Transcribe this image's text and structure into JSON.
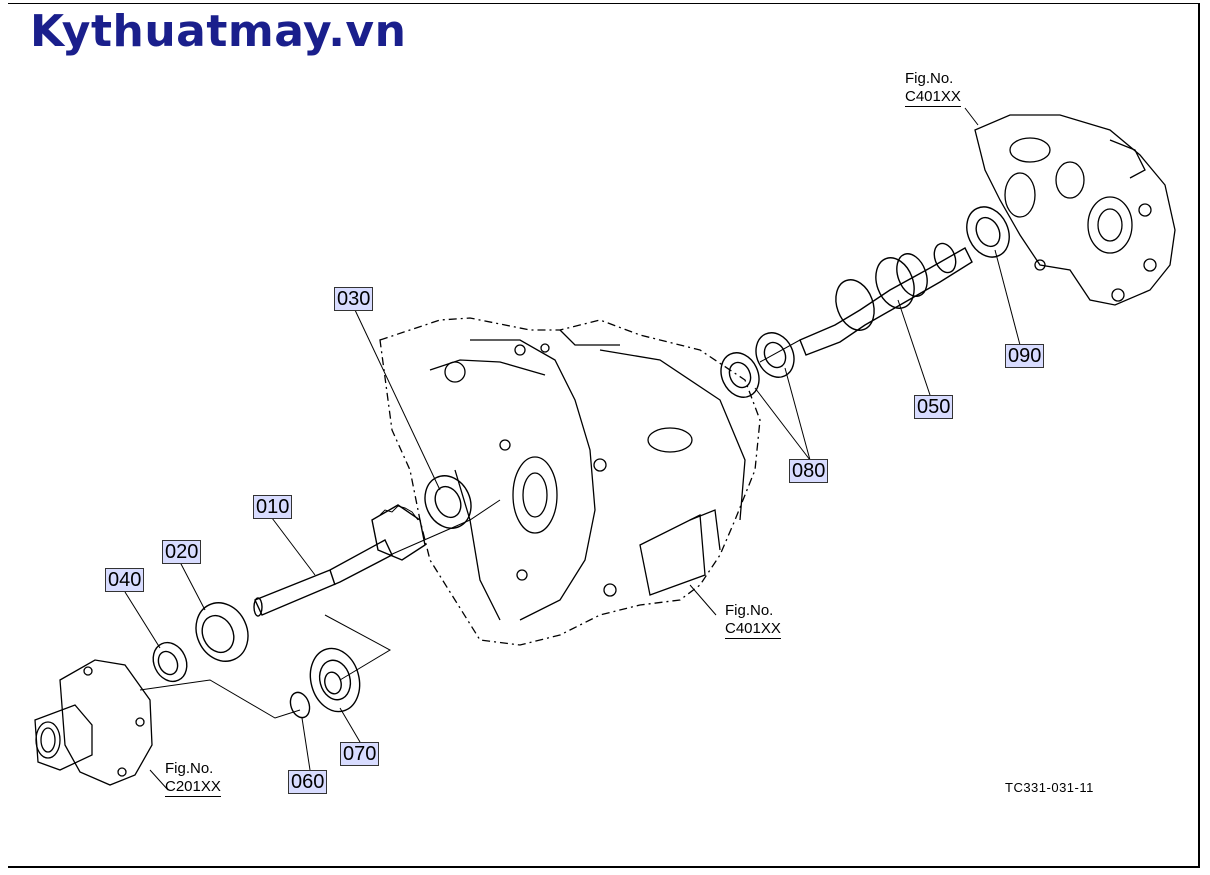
{
  "brand": "Kythuatmay.vn",
  "callouts": {
    "p010": "010",
    "p020": "020",
    "p030": "030",
    "p040": "040",
    "p050": "050",
    "p060": "060",
    "p070": "070",
    "p080": "080",
    "p090": "090"
  },
  "figrefs": {
    "top_right": {
      "label": "Fig.No.",
      "code": "C401XX"
    },
    "middle": {
      "label": "Fig.No.",
      "code": "C401XX"
    },
    "bottom_left": {
      "label": "Fig.No.",
      "code": "C201XX"
    }
  },
  "drawing_number": "TC331-031-11"
}
